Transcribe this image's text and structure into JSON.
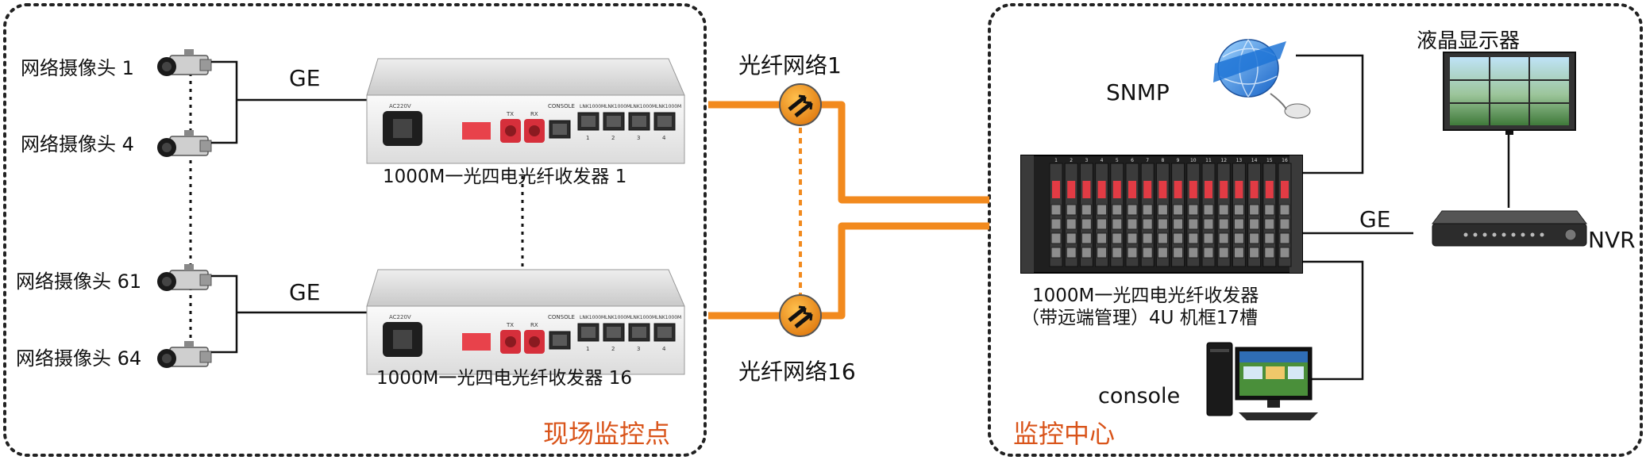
{
  "site": {
    "title": "现场监控点",
    "cameras": [
      {
        "label": "网络摄像头 1"
      },
      {
        "label": "网络摄像头 4"
      },
      {
        "label": "网络摄像头 61"
      },
      {
        "label": "网络摄像头 64"
      }
    ],
    "ge_label": "GE",
    "transceivers": [
      {
        "caption": "1000M一光四电光纤收发器 1",
        "panel": {
          "power": "AC220V",
          "tx": "TX",
          "rx": "RX",
          "console": "CONSOLE",
          "links": [
            "LNK1000M",
            "LNK1000M",
            "LNK1000M",
            "LNK1000M"
          ],
          "ports": [
            "1",
            "2",
            "3",
            "4"
          ]
        }
      },
      {
        "caption": "1000M一光四电光纤收发器 16",
        "panel": {
          "power": "AC220V",
          "tx": "TX",
          "rx": "RX",
          "console": "CONSOLE",
          "links": [
            "LNK1000M",
            "LNK1000M",
            "LNK1000M",
            "LNK1000M"
          ],
          "ports": [
            "1",
            "2",
            "3",
            "4"
          ]
        }
      }
    ]
  },
  "network": {
    "fiber_top": "光纤网络1",
    "fiber_bottom": "光纤网络16"
  },
  "center": {
    "title": "监控中心",
    "snmp": "SNMP",
    "display": "液晶显示器",
    "ge_label": "GE",
    "nvr": "NVR",
    "chassis_line1": "1000M一光四电光纤收发器",
    "chassis_line2": "（带远端管理）4U 机框17槽",
    "console": "console",
    "slot_numbers": [
      "1",
      "2",
      "3",
      "4",
      "5",
      "6",
      "7",
      "8",
      "9",
      "10",
      "11",
      "12",
      "13",
      "14",
      "15",
      "16"
    ]
  },
  "colors": {
    "fiber": "#f28a1e",
    "site_title": "#d9541a",
    "border": "#222222",
    "device_face": "#f4f4f4",
    "device_top": "#d8d8d8",
    "chassis": "#2a2a2a"
  }
}
